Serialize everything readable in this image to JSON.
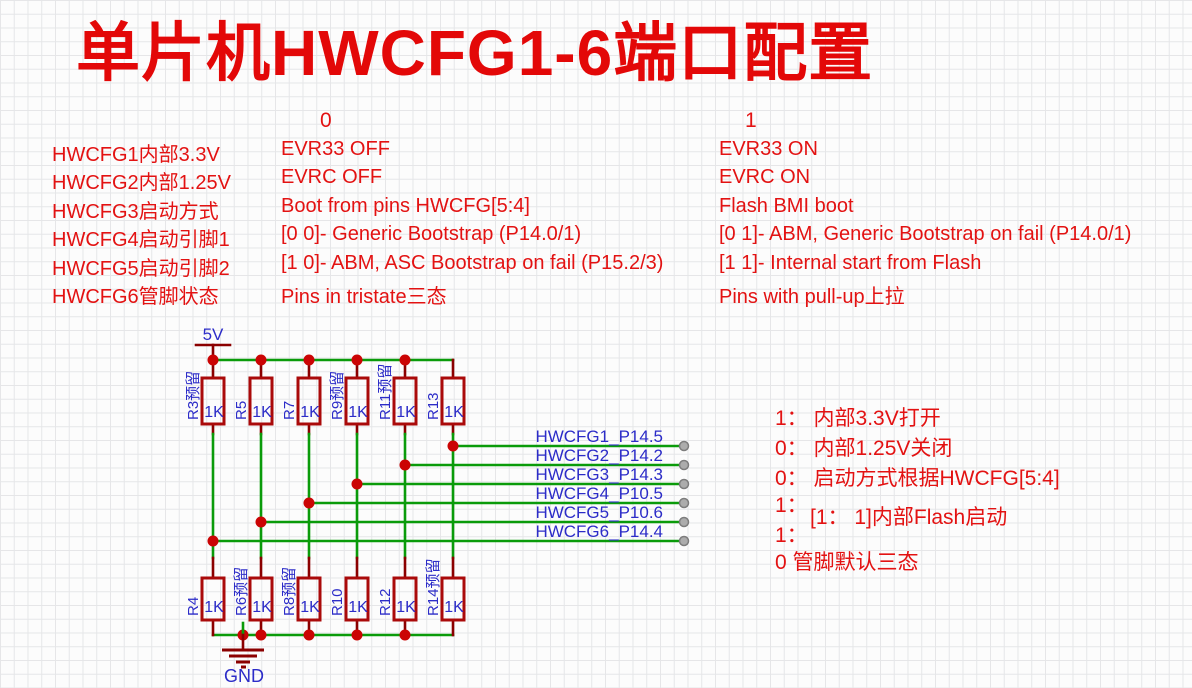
{
  "title": "单片机HWCFG1-6端口配置",
  "config_table": {
    "col0_header": "0",
    "col1_header": "1",
    "rows": [
      {
        "label": "HWCFG1内部3.3V",
        "col0": "EVR33 OFF",
        "col1": "EVR33 ON"
      },
      {
        "label": "HWCFG2内部1.25V",
        "col0": "EVRC OFF",
        "col1": "EVRC ON"
      },
      {
        "label": "HWCFG3启动方式",
        "col0": "Boot from pins HWCFG[5:4]",
        "col1": "Flash BMI boot"
      },
      {
        "label": "HWCFG4启动引脚1",
        "col0": "[0 0]- Generic Bootstrap (P14.0/1)",
        "col1": "[0 1]- ABM, Generic Bootstrap on fail (P14.0/1)"
      },
      {
        "label": "HWCFG5启动引脚2",
        "col0": "[1 0]- ABM, ASC Bootstrap on fail (P15.2/3)",
        "col1": "[1 1]- Internal start from Flash"
      },
      {
        "label": "HWCFG6管脚状态",
        "col0": "Pins in tristate三态",
        "col1": "Pins with pull-up上拉"
      }
    ]
  },
  "schematic": {
    "power_label": "5V",
    "ground_label": "GND",
    "resistors_top": [
      {
        "name": "R3预留",
        "value": "1K"
      },
      {
        "name": "R5",
        "value": "1K"
      },
      {
        "name": "R7",
        "value": "1K"
      },
      {
        "name": "R9预留",
        "value": "1K"
      },
      {
        "name": "R11预留",
        "value": "1K"
      },
      {
        "name": "R13",
        "value": "1K"
      }
    ],
    "resistors_bottom": [
      {
        "name": "R4",
        "value": "1K"
      },
      {
        "name": "R6预留",
        "value": "1K"
      },
      {
        "name": "R8预留",
        "value": "1K"
      },
      {
        "name": "R10",
        "value": "1K"
      },
      {
        "name": "R12",
        "value": "1K"
      },
      {
        "name": "R14预留",
        "value": "1K"
      }
    ],
    "net_labels": [
      "HWCFG1_P14.5",
      "HWCFG2_P14.2",
      "HWCFG3_P14.3",
      "HWCFG4_P10.5",
      "HWCFG5_P10.6",
      "HWCFG6_P14.4"
    ]
  },
  "annotations": {
    "lines": [
      "1： 内部3.3V打开",
      "0： 内部1.25V关闭",
      "0： 启动方式根据HWCFG[5:4]",
      "1：",
      "[1： 1]内部Flash启动",
      "1：",
      "0 管脚默认三态"
    ]
  },
  "colors": {
    "text_red": "#e31212",
    "wire_green": "#0a9b0a",
    "component_red": "#aa0a0a",
    "junction_red": "#cb0404",
    "label_blue": "#2c2cc8",
    "pin_gray": "#acacac"
  }
}
